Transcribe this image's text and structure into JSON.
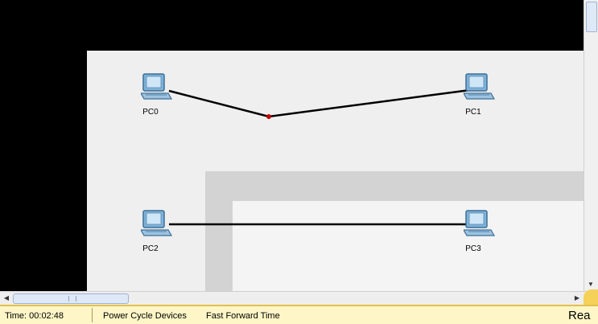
{
  "devices": [
    {
      "id": "pc0",
      "label": "PC0"
    },
    {
      "id": "pc1",
      "label": "PC1"
    },
    {
      "id": "pc2",
      "label": "PC2"
    },
    {
      "id": "pc3",
      "label": "PC3"
    }
  ],
  "links": [
    {
      "from": "PC0",
      "to": "PC1",
      "status": "bend-point-red"
    },
    {
      "from": "PC2",
      "to": "PC3",
      "status": "connected"
    }
  ],
  "colors": {
    "workspace_bg": "#efefef",
    "outer_bg": "#000000",
    "link_color": "#000000",
    "link_point": "#c00000",
    "status_bar_bg": "#fef6c6",
    "status_bar_border": "#e3c04a"
  },
  "icons": {
    "device": "pc-icon",
    "scroll_up": "arrow-up-icon",
    "scroll_down": "arrow-down-icon",
    "scroll_left": "arrow-left-icon",
    "scroll_right": "arrow-right-icon"
  },
  "status_bar": {
    "time_label": "Time: 00:02:48",
    "power_cycle_label": "Power Cycle Devices",
    "fast_forward_label": "Fast Forward Time",
    "mode_label": "Rea"
  }
}
